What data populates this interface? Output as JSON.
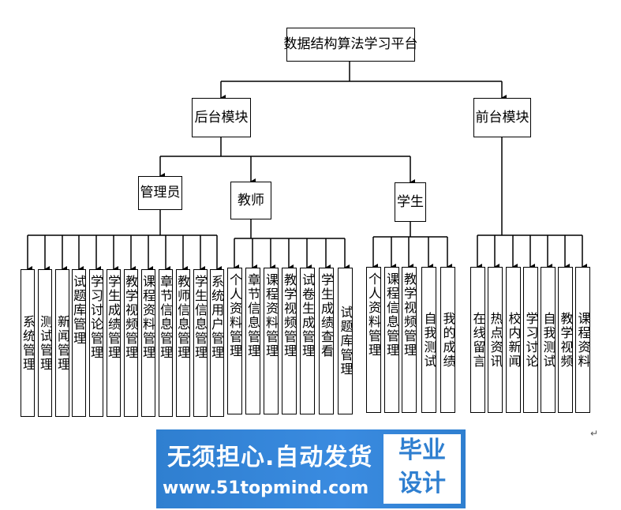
{
  "diagram": {
    "root": "数据结构算法学习平台",
    "backend": "后台模块",
    "frontend": "前台模块",
    "roles": {
      "admin": "管理员",
      "teacher": "教师",
      "student": "学生"
    },
    "admin_items": [
      "系统管理",
      "测试管理",
      "新闻管理",
      "试题库管理",
      "学习讨论管理",
      "学生成绩管理",
      "教学视频管理",
      "课程资料管理",
      "章节信息管理",
      "教师信息管理",
      "学生信息管理",
      "系统用户管理"
    ],
    "teacher_items": [
      "个人资料管理",
      "章节信息管理",
      "课程资料管理",
      "教学视频管理",
      "试卷生成管理",
      "学生成绩查看",
      "试题库管理"
    ],
    "student_items": [
      "个人资料管理",
      "课程信息管理",
      "教学视频管理",
      "自我测试",
      "我的成绩"
    ],
    "frontend_items": [
      "在线留言",
      "热点资讯",
      "校内新闻",
      "学习讨论",
      "自我测试",
      "教学视频",
      "课程资料"
    ]
  },
  "watermark": {
    "slogan": "无须担心.自动发货",
    "url": "www.51topmind.com",
    "badge_line1": "毕业",
    "badge_line2": "设计"
  },
  "pilcrow": "↵"
}
